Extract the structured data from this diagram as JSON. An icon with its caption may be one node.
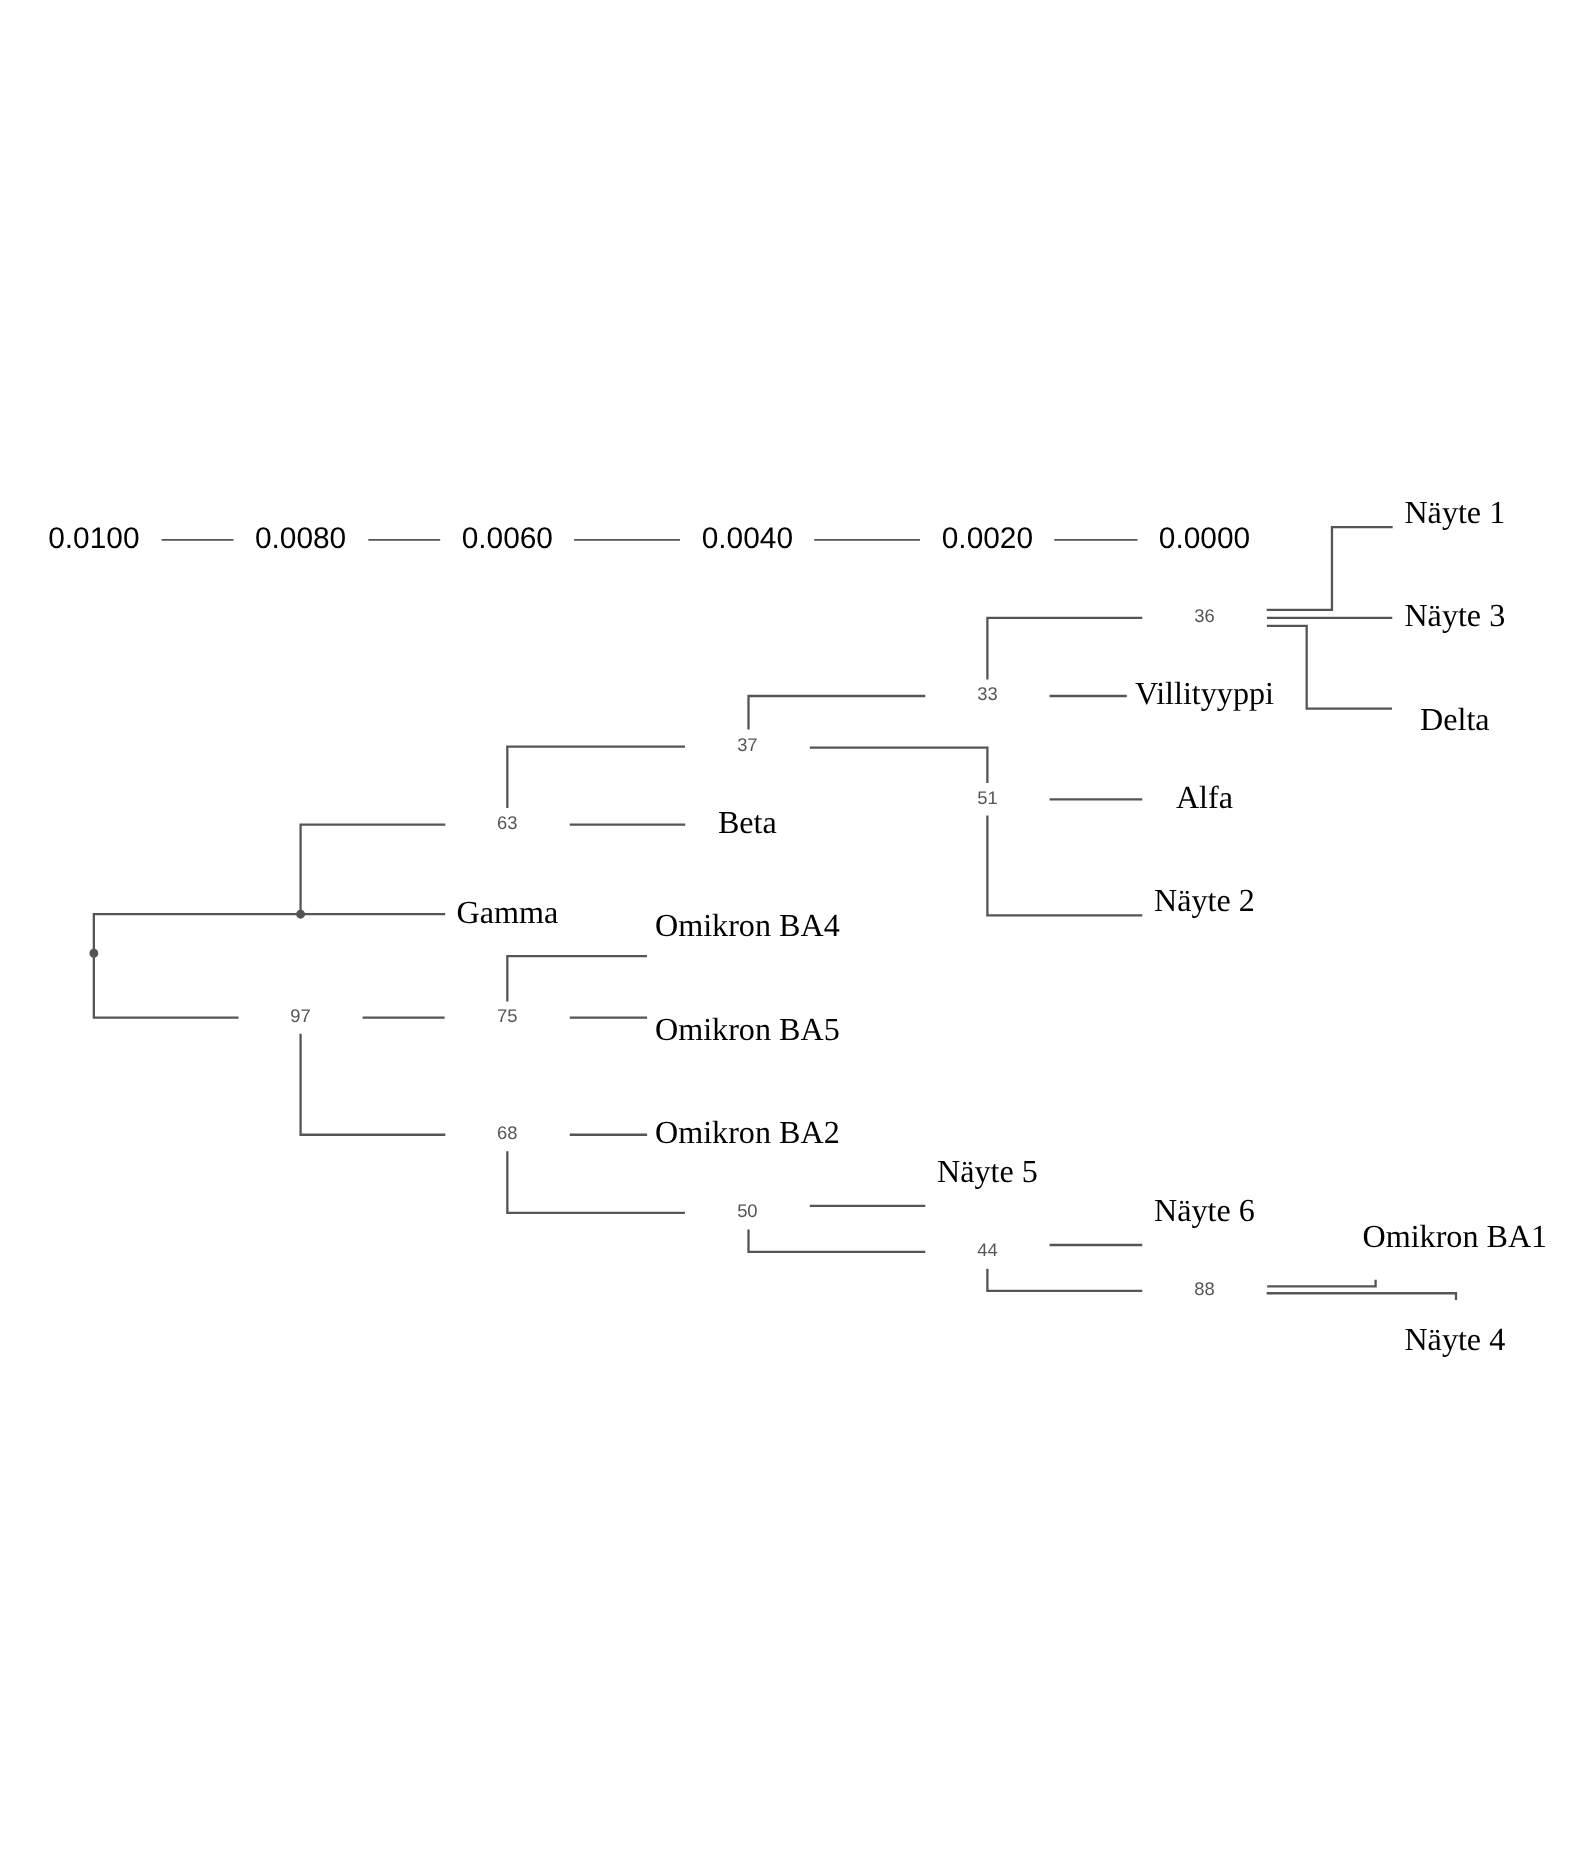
{
  "diagram": {
    "nodes": [
      {
        "text": [],
        "shape": "point"
      },
      {
        "text": [],
        "shape": "point"
      },
      {
        "text": [
          "63"
        ]
      },
      {
        "text": [
          "37"
        ]
      },
      {
        "text": [
          "33"
        ]
      },
      {
        "text": [
          "36"
        ]
      },
      {
        "text": [
          "Näyte 1"
        ]
      },
      {
        "text": [
          "Näyte 3"
        ]
      },
      {
        "text": [
          "Delta"
        ]
      },
      {
        "text": [
          "Villityyppi"
        ]
      },
      {
        "text": [
          "51"
        ]
      },
      {
        "text": [
          "Alfa"
        ]
      },
      {
        "text": [
          "Näyte 2"
        ]
      },
      {
        "text": [
          "Beta"
        ]
      },
      {
        "text": [
          "Gamma"
        ]
      },
      {
        "text": [
          "97"
        ]
      },
      {
        "text": [
          "75"
        ]
      },
      {
        "text": [
          "Omikron BA4"
        ]
      },
      {
        "text": [
          "Omikron BA5"
        ]
      },
      {
        "text": [
          "68"
        ]
      },
      {
        "text": [
          "Omikron BA2"
        ]
      },
      {
        "text": [
          "50"
        ]
      },
      {
        "text": [
          "Näyte 5"
        ]
      },
      {
        "text": [
          "44"
        ]
      },
      {
        "text": [
          "Näyte 6"
        ]
      },
      {
        "text": [
          "88"
        ]
      },
      {
        "text": [
          "Omikron BA1"
        ]
      },
      {
        "text": [
          "Näyte 4"
        ]
      }
    ],
    "edges": [
      {
        "from": 0,
        "to": 1,
        "arrow": "none"
      },
      {
        "from": 1,
        "to": 2,
        "arrow": "none"
      },
      {
        "from": 2,
        "to": 3,
        "arrow": "none"
      },
      {
        "from": 3,
        "to": 4,
        "arrow": "none"
      },
      {
        "from": 4,
        "to": 5,
        "arrow": "none"
      },
      {
        "from": 5,
        "to": 6,
        "arrow": "none"
      },
      {
        "from": 5,
        "to": 7,
        "arrow": "none"
      },
      {
        "from": 5,
        "to": 8,
        "arrow": "none"
      },
      {
        "from": 4,
        "to": 9,
        "arrow": "none"
      },
      {
        "from": 3,
        "to": 10,
        "arrow": "none"
      },
      {
        "from": 10,
        "to": 11,
        "arrow": "none"
      },
      {
        "from": 10,
        "to": 12,
        "arrow": "none"
      },
      {
        "from": 2,
        "to": 13,
        "arrow": "none"
      },
      {
        "from": 1,
        "to": 14,
        "arrow": "none"
      },
      {
        "from": 0,
        "to": 15,
        "arrow": "none"
      },
      {
        "from": 15,
        "to": 16,
        "arrow": "none"
      },
      {
        "from": 16,
        "to": 17,
        "arrow": "none"
      },
      {
        "from": 16,
        "to": 18,
        "arrow": "none"
      },
      {
        "from": 15,
        "to": 19,
        "arrow": "none"
      },
      {
        "from": 19,
        "to": 20,
        "arrow": "none"
      },
      {
        "from": 19,
        "to": 21,
        "arrow": "none"
      },
      {
        "from": 21,
        "to": 22,
        "arrow": "none"
      },
      {
        "from": 21,
        "to": 23,
        "arrow": "none"
      },
      {
        "from": 23,
        "to": 24,
        "arrow": "none"
      },
      {
        "from": 23,
        "to": 25,
        "arrow": "none"
      },
      {
        "from": 25,
        "to": 26,
        "arrow": "none"
      },
      {
        "from": 25,
        "to": 27,
        "arrow": "none"
      }
    ],
    "labels": [
      "0.0100",
      "0.0080",
      "0.0060",
      "0.0040",
      "0.0020",
      "0.0000"
    ]
  }
}
